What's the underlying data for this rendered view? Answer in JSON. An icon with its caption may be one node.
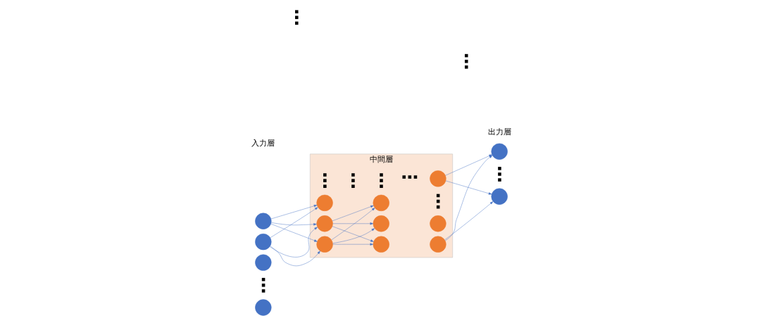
{
  "diagram": {
    "nodes": [
      {
        "text": [],
        "shape": "circle"
      },
      {
        "text": [],
        "shape": "circle"
      },
      {
        "text": [],
        "shape": "circle"
      },
      {
        "text": [],
        "shape": "circle"
      },
      {
        "text": [
          "中間層"
        ]
      },
      {
        "text": [],
        "shape": "circle",
        "in": 4
      },
      {
        "text": [],
        "shape": "circle",
        "in": 4
      },
      {
        "text": [],
        "shape": "circle",
        "in": 4
      },
      {
        "text": [],
        "shape": "circle",
        "in": 4
      },
      {
        "text": [],
        "shape": "circle",
        "in": 4
      },
      {
        "text": [],
        "shape": "circle",
        "in": 4
      },
      {
        "text": [],
        "shape": "circle",
        "in": 4
      },
      {
        "text": [],
        "shape": "circle",
        "in": 4
      },
      {
        "text": [],
        "shape": "circle",
        "in": 4
      },
      {
        "text": [],
        "shape": "circle"
      },
      {
        "text": [],
        "shape": "circle"
      }
    ],
    "edges": [
      {
        "from": 0,
        "to": 5,
        "arrow": "to"
      },
      {
        "from": 0,
        "to": 6,
        "arrow": "to"
      },
      {
        "from": 0,
        "to": 7,
        "arrow": "to"
      },
      {
        "from": 1,
        "to": 5,
        "arrow": "to"
      },
      {
        "from": 1,
        "to": 6,
        "arrow": "to"
      },
      {
        "from": 1,
        "to": 7,
        "arrow": "to"
      },
      {
        "from": 5,
        "to": 8,
        "arrow": "to"
      },
      {
        "from": 5,
        "to": 9,
        "arrow": "to"
      },
      {
        "from": 5,
        "to": 10,
        "arrow": "to"
      },
      {
        "from": 6,
        "to": 8,
        "arrow": "to"
      },
      {
        "from": 6,
        "to": 9,
        "arrow": "to"
      },
      {
        "from": 6,
        "to": 10,
        "arrow": "to"
      },
      {
        "from": 11,
        "to": 14,
        "arrow": "to"
      },
      {
        "from": 11,
        "to": 15,
        "arrow": "to"
      },
      {
        "from": 12,
        "to": 14,
        "arrow": "to"
      },
      {
        "from": 12,
        "to": 15,
        "arrow": "to"
      }
    ],
    "labels": [
      "入力層",
      "出力層"
    ]
  }
}
